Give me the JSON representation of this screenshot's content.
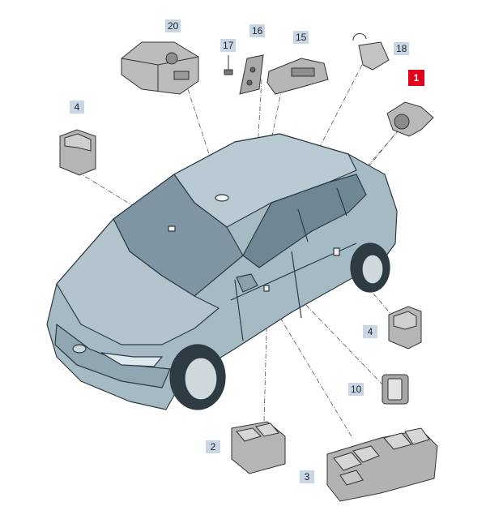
{
  "diagram": {
    "labels": [
      {
        "id": "20",
        "text": "20"
      },
      {
        "id": "17",
        "text": "17"
      },
      {
        "id": "16",
        "text": "16"
      },
      {
        "id": "15",
        "text": "15"
      },
      {
        "id": "18",
        "text": "18"
      },
      {
        "id": "1",
        "text": "1",
        "highlighted": true
      },
      {
        "id": "4a",
        "text": "4"
      },
      {
        "id": "4b",
        "text": "4"
      },
      {
        "id": "10",
        "text": "10"
      },
      {
        "id": "2",
        "text": "2"
      },
      {
        "id": "3",
        "text": "3"
      }
    ],
    "colors": {
      "label_bg": "#c9d6e6",
      "highlight": "#e3001b",
      "car_body": "#a6bac4",
      "car_dark": "#6f8793",
      "outline": "#2b3a44",
      "part_fill": "#bcbcbc",
      "leader": "#555555"
    }
  }
}
